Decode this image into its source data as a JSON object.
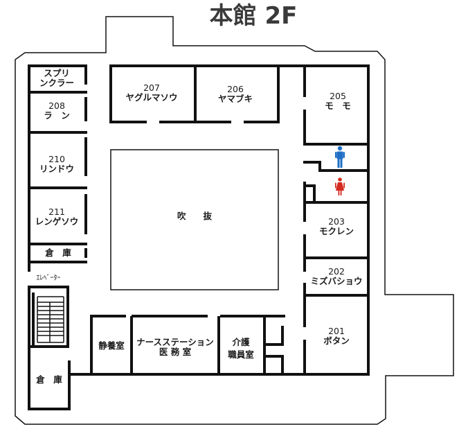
{
  "floor_title": "本館 2F",
  "rooms": {
    "sprinkler": [
      "スプリ",
      "ンクラー"
    ],
    "r208": [
      "208",
      "ラ　ン"
    ],
    "r210": [
      "210",
      "リンドウ"
    ],
    "r211": [
      "211",
      "レンゲソウ"
    ],
    "storage_top": "倉　庫",
    "elevator": "ｴﾚﾍﾞｰﾀｰ",
    "storage_bottom": "倉　庫",
    "r207": [
      "207",
      "ヤグルマソウ"
    ],
    "r206": [
      "206",
      "ヤマブキ"
    ],
    "r205": [
      "205",
      "モ　モ"
    ],
    "atrium": "吹　　抜",
    "r203": [
      "203",
      "モクレン"
    ],
    "r202": [
      "202",
      "ミズバショウ"
    ],
    "r201": [
      "201",
      "ボタン"
    ],
    "rest_room": "静養室",
    "nurse_station": [
      "ナースステーション",
      "医 務 室"
    ],
    "care_staff_room": [
      "介護",
      "職員室"
    ]
  },
  "icons": {
    "men": "male-restroom-icon",
    "women": "female-restroom-icon"
  },
  "colors": {
    "men": "#1f6fc4",
    "women": "#d42a1f",
    "wall": "#111111",
    "title": "#3a3a3a"
  }
}
